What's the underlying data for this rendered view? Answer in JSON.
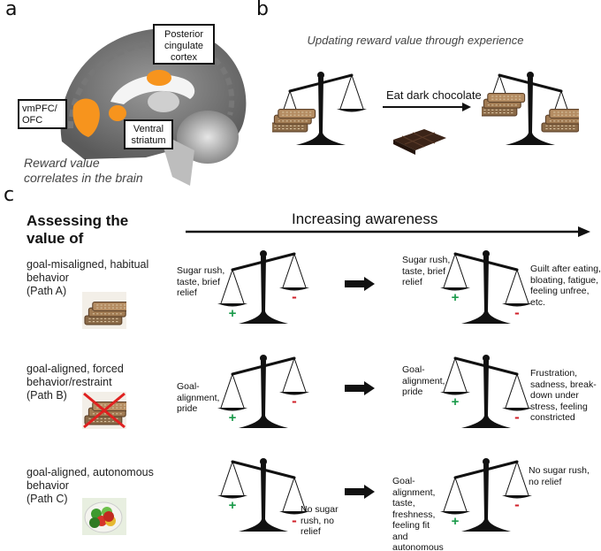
{
  "panels": {
    "a": {
      "letter": "a",
      "labels": {
        "pcc": "Posterior cingulate cortex",
        "vmpfc": "vmPFC/ OFC",
        "striatum": "Ventral striatum"
      },
      "caption": "Reward value correlates in the brain",
      "highlight_color": "#f7941d"
    },
    "b": {
      "letter": "b",
      "title": "Updating reward value through experience",
      "action": "Eat dark chocolate"
    },
    "c": {
      "letter": "c",
      "heading": "Assessing the value of",
      "axis_label": "Increasing awareness",
      "plus_color": "#1a9a4a",
      "minus_color": "#d0202a",
      "rows": [
        {
          "behavior": "goal-misaligned, habitual behavior",
          "path": "(Path A)",
          "image": "chocolate-bars",
          "before": {
            "plus": "Sugar rush, taste, brief relief",
            "minus": "",
            "tilt": "plus-heavy"
          },
          "after": {
            "plus": "Sugar rush, taste, brief relief",
            "minus": "Guilt after eating, bloating, fatigue, feeling unfree, etc.",
            "tilt": "minus-heavy"
          }
        },
        {
          "behavior": "goal-aligned, forced behavior/restraint",
          "path": "(Path B)",
          "image": "crossed-out-chocolate",
          "before": {
            "plus": "Goal-alignment, pride",
            "minus": "",
            "tilt": "plus-heavy"
          },
          "after": {
            "plus": "Goal-alignment, pride",
            "minus": "Frustration, sadness, break-down under stress, feeling constricted",
            "tilt": "minus-heavy"
          }
        },
        {
          "behavior": "goal-aligned, autonomous behavior",
          "path": "(Path C)",
          "image": "salad-bowl",
          "before": {
            "plus": "",
            "minus": "No sugar rush, no relief",
            "tilt": "minus-heavy"
          },
          "after": {
            "plus": "Goal-alignment, taste, freshness, feeling fit and autonomous",
            "minus": "No sugar rush, no relief",
            "tilt": "plus-heavy"
          }
        }
      ],
      "signs": {
        "plus": "+",
        "minus": "-"
      }
    }
  }
}
